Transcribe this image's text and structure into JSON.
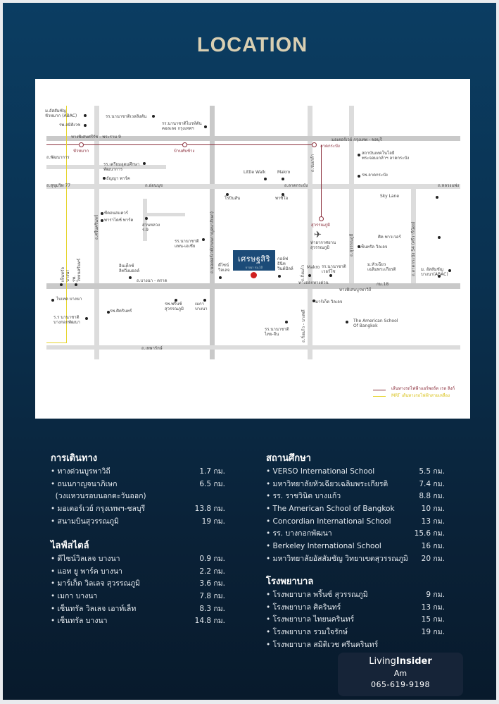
{
  "title": "LOCATION",
  "map": {
    "logo_name": "เศรษฐสิริ",
    "logo_sub": "บางนา กม.10",
    "labels": [
      "ม.อัสสัมชัญ\nหัวหมาก (ABAC)",
      "รพ.สมิติเวช",
      "รร.นานาชาติเวลลิงตัน",
      "รร.นานาชาติไบรท์ตัน\nคอลเลจ กรุงเทพฯ",
      "ทางพิเศษศรีรัช - พระราม 9",
      "หัวหมาก",
      "บ้านทับช้าง",
      "ถ.พัฒนาการ",
      "รร.เตรียมอุดมศึกษา\nพัฒนาการ",
      "ธัญญา พาร์ค",
      "ถ.สุขุมวิท 77",
      "ถ.อ่อนนุช",
      "ซีคอนสแควร์",
      "พาราไดซ์ พาร์ค",
      "สวนหลวง\nร.9",
      "ถ.ศรีนครินทร์",
      "รร.นานาชาติ\nแพน-เอเชีย",
      "อินเด็กซ์\nลิฟวิ่งมอลล์",
      "ถ.บางนา - ตราด",
      "ถ.มอเตอร์เวย์(ถนนกาญจนาภิเษก)",
      "ดีไซน์\nวิลเลจ",
      "เซ็นทรัล\nบางนา",
      "รพ.\nไทยนครินทร์",
      "ไบเทค บางนา",
      "ร.ร นานาชาติ\nบางกอกพัฒนา",
      "รพ.ศิครินทร์",
      "รพ.พริ้นซ์\nสุวรรณภูมิ",
      "เมกา\nบางนา",
      "ถ.เทพารักษ์",
      "มอเตอร์เวย์ กรุงเทพ - ชลบุรี",
      "ลาดกระบัง",
      "ถ.ร่มเกล้า",
      "สถาบันเทคโนโลยี\nพระจอมเกล้าฯ ลาดกระบัง",
      "รพ.ลาดกระบัง",
      "Little Walk",
      "Makro",
      "ถ.ลาดกระบัง",
      "ถ.หลวงแพ่ง",
      "โรบินสัน",
      "พาซิโอ",
      "Sky Lane",
      "สุวรรณภูมิ",
      "ท่าอากาศยาน\nสุวรรณภูมิ",
      "ถ.สุวรรณภูมิ",
      "ถ.ลาดกระบัง 54 (ศรีวารีน้อย)",
      "ถ.กิ่งแก้ว",
      "ศิค พาวเวอร์",
      "เซ็นทรัล วิลเลจ",
      "ม.หัวเฉียว\nเฉลิมพระเกียรติ",
      "ม. อัสสัมชัญ\nบางนา(ABAC)",
      "กอล์ฟ\nธินิท\nวินด์มิลล์",
      "Makro",
      "รร.นานาชาติ\nเวอร์โซ",
      "ทางออกทางด่วน",
      "กม.18",
      "ทางพิเศษบูรพาวิถี",
      "มาร์เก็ต วิลเลจ",
      "ถ.กิ่งแก้ว - บางพลี",
      "The American School\nOf Bangkok",
      "รร.นานาชาติ\nไทย-จีน",
      "เส้นทางรถไฟฟ้าแอร์พอร์ต เรล ลิงก์",
      "MRT เส้นทางรถไฟฟ้าสายเหลือง"
    ]
  },
  "sections": [
    {
      "heading": "การเดินทาง",
      "items": [
        [
          "• ทางด่วนบูรพาวิถี",
          "1.7 กม."
        ],
        [
          "• ถนนกาญจนาภิเษก",
          "6.5 กม."
        ],
        [
          "  (วงแหวนรอบนอกตะวันออก)",
          ""
        ],
        [
          "• มอเตอร์เวย์ กรุงเทพฯ-ชลบุรี",
          "13.8 กม."
        ],
        [
          "• สนามบินสุวรรณภูมิ",
          "19 กม."
        ]
      ]
    },
    {
      "heading": "ไลฟ์สไตล์",
      "items": [
        [
          "• ดีไซน์วิลเลจ บางนา",
          "0.9 กม."
        ],
        [
          "• แอท ยู พาร์ค บางนา",
          "2.2 กม."
        ],
        [
          "• มาร์เก็ต วิลเลจ สุวรรณภูมิ",
          "3.6 กม."
        ],
        [
          "• เมกา บางนา",
          "7.8 กม."
        ],
        [
          "• เซ็นทรัล วิลเลจ เอาท์เล็ท",
          "8.3 กม."
        ],
        [
          "• เซ็นทรัล บางนา",
          "14.8 กม."
        ]
      ]
    },
    {
      "heading": "สถานศึกษา",
      "items": [
        [
          "• VERSO International School",
          "5.5 กม."
        ],
        [
          "• มหาวิทยาลัยหัวเฉียวเฉลิมพระเกียรติ",
          "7.4 กม."
        ],
        [
          "• รร. ราชวินิต บางแก้ว",
          "8.8 กม."
        ],
        [
          "• The American School of Bangkok",
          "10 กม."
        ],
        [
          "• Concordian International School",
          "13 กม."
        ],
        [
          "• รร. บางกอกพัฒนา",
          "15.6 กม."
        ],
        [
          "• Berkeley International School",
          "16 กม."
        ],
        [
          "• มหาวิทยาลัยอัสสัมชัญ วิทยาเขตสุวรรณภูมิ",
          "20 กม."
        ]
      ]
    },
    {
      "heading": "โรงพยาบาล",
      "items": [
        [
          "• โรงพยาบาล พริ้นซ์ สุวรรณภูมิ",
          "9 กม."
        ],
        [
          "• โรงพยาบาล ศิครินทร์",
          "13 กม."
        ],
        [
          "• โรงพยาบาล ไทยนครินทร์",
          "15 กม."
        ],
        [
          "• โรงพยาบาล รวมใจรักษ์",
          "19 กม."
        ],
        [
          "• โรงพยาบาล สมิติเวช ศรีนครินทร์",
          ""
        ]
      ]
    }
  ],
  "watermark": {
    "brand_a": "Living",
    "brand_b": "Insider",
    "name": "Am",
    "phone": "065-619-9198"
  }
}
